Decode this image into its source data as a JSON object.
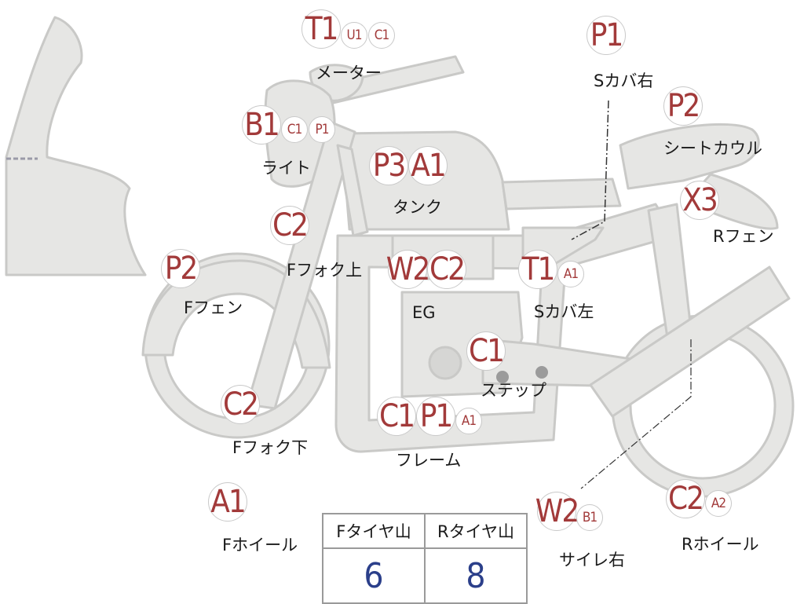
{
  "parts": [
    {
      "id": "meter",
      "label": "メーター",
      "codes": [
        "T1",
        "U1",
        "C1"
      ]
    },
    {
      "id": "light",
      "label": "ライト",
      "codes": [
        "B1",
        "C1",
        "P1"
      ]
    },
    {
      "id": "tank",
      "label": "タンク",
      "codes": [
        "P3",
        "A1"
      ]
    },
    {
      "id": "s-cover-right",
      "label": "Sカバ右",
      "codes": [
        "P1"
      ]
    },
    {
      "id": "seat-cowl",
      "label": "シートカウル",
      "codes": [
        "P2"
      ]
    },
    {
      "id": "r-fender",
      "label": "Rフェン",
      "codes": [
        "X3"
      ]
    },
    {
      "id": "f-fork-upper",
      "label": "Fフォク上",
      "codes": [
        "C2"
      ]
    },
    {
      "id": "f-fender",
      "label": "Fフェン",
      "codes": [
        "P2"
      ]
    },
    {
      "id": "engine",
      "label": "EG",
      "codes": [
        "W2",
        "C2"
      ]
    },
    {
      "id": "s-cover-left",
      "label": "Sカバ左",
      "codes": [
        "T1",
        "A1"
      ]
    },
    {
      "id": "step",
      "label": "ステップ",
      "codes": [
        "C1"
      ]
    },
    {
      "id": "f-fork-lower",
      "label": "Fフォク下",
      "codes": [
        "C2"
      ]
    },
    {
      "id": "frame",
      "label": "フレーム",
      "codes": [
        "C1",
        "P1",
        "A1"
      ]
    },
    {
      "id": "f-wheel",
      "label": "Fホイール",
      "codes": [
        "A1"
      ]
    },
    {
      "id": "muffler-right",
      "label": "サイレ右",
      "codes": [
        "W2",
        "B1"
      ]
    },
    {
      "id": "r-wheel",
      "label": "Rホイール",
      "codes": [
        "C2",
        "A2"
      ]
    }
  ],
  "tire_tread": {
    "headers": [
      "Fタイヤ山",
      "Rタイヤ山"
    ],
    "values": [
      "6",
      "8"
    ]
  },
  "colors": {
    "body_fill": "#e6e6e4",
    "body_stroke": "#c9c9c7",
    "code_text": "#a23a3a",
    "tread_value": "#2b3f8a"
  }
}
